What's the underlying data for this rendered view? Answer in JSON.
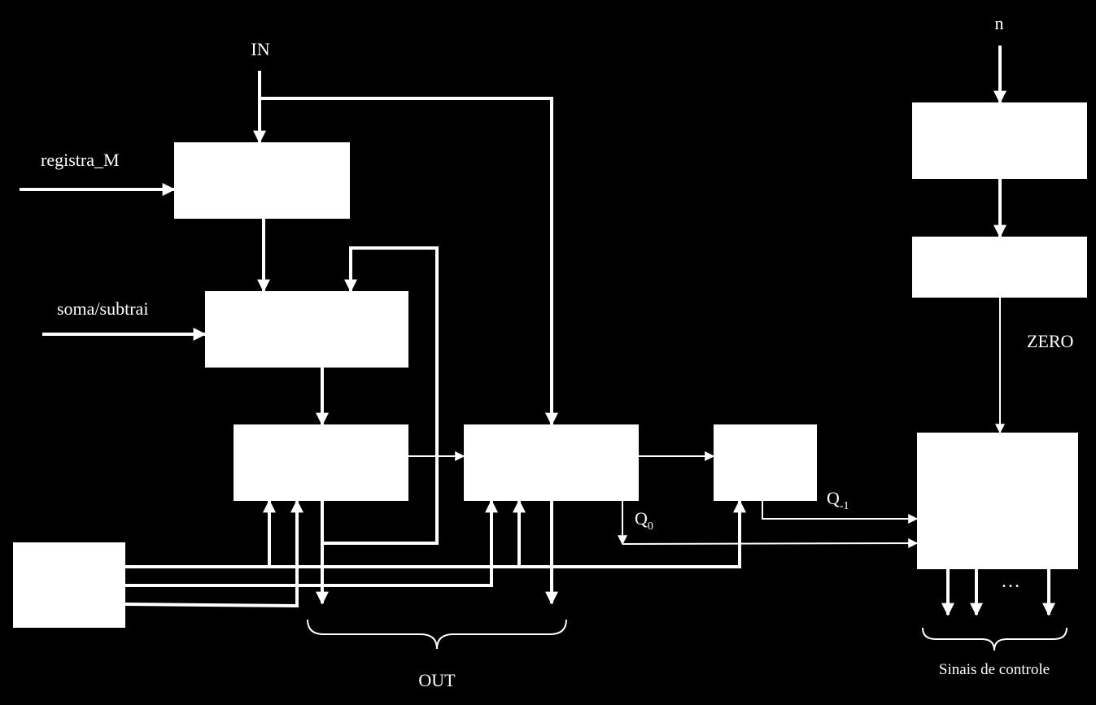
{
  "colors": {
    "background": "#000000",
    "foreground": "#ffffff"
  },
  "labels": {
    "in": "IN",
    "n": "n",
    "registra_m": "registra_M",
    "soma_subtrai": "soma/subtrai",
    "zero": "ZERO",
    "q0": "Q",
    "q0_sub": "0",
    "qm1": "Q",
    "qm1_sub": "-1",
    "ellipsis": "…",
    "out": "OUT",
    "sinais": "Sinais de controle"
  }
}
